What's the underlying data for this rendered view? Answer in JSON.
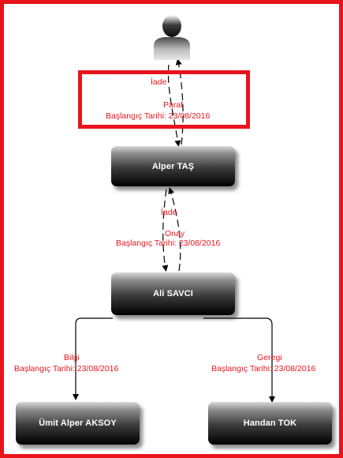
{
  "nodes": {
    "alper_tas": "Alper TAŞ",
    "ali_savci": "Ali SAVCI",
    "umit_alper_aksoy": "Ümit Alper AKSOY",
    "handan_tok": "Handan TOK"
  },
  "edges": {
    "top_iade": "İade",
    "top_paraf": "Paraf",
    "top_date": "Başlangıç Tarihi: 23/08/2016",
    "mid_iade": "İade",
    "mid_onay": "Onay",
    "mid_date": "Başlangıç Tarihi: 23/08/2016",
    "left_bilgi": "Bilgi",
    "left_date": "Başlangıç Tarihi: 23/08/2016",
    "right_geregi": "Geregi",
    "right_date": "Başlangıç Tarihi: 23/08/2016"
  },
  "colors": {
    "frame": "#e8141b",
    "label": "#e8141b",
    "node_top": "#d9d9d9",
    "node_bottom": "#000000"
  },
  "icons": {
    "start_node": "user-silhouette-icon"
  }
}
